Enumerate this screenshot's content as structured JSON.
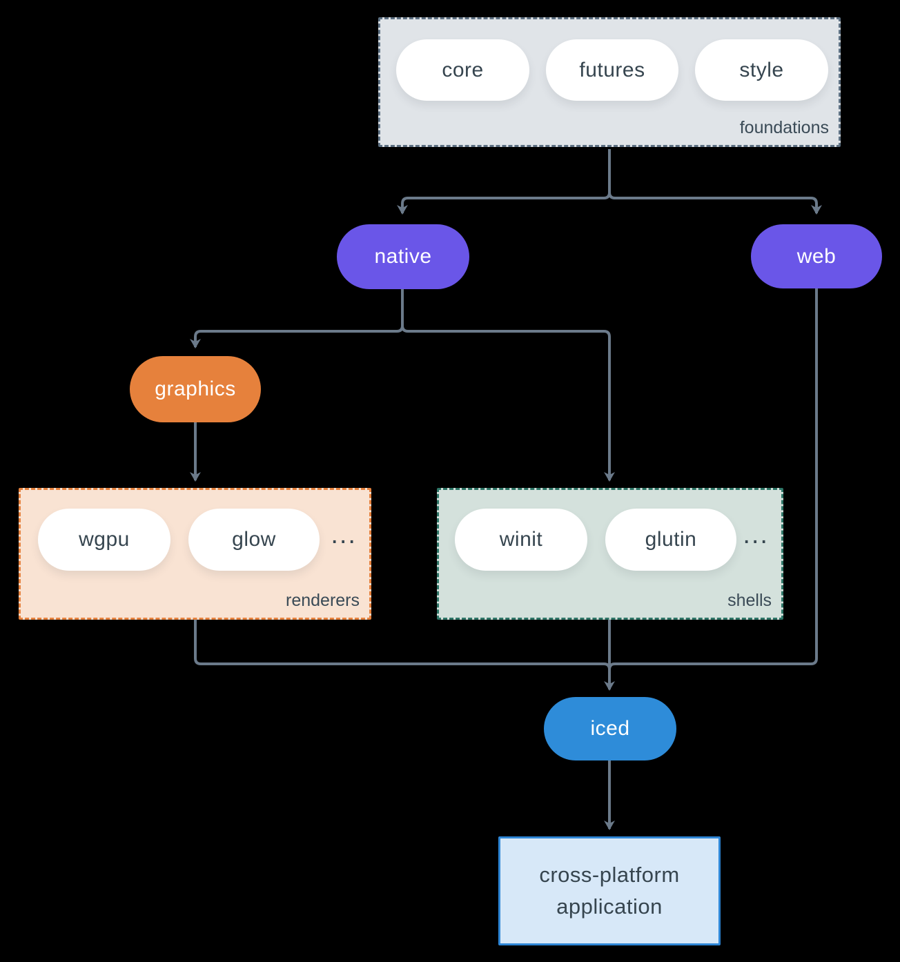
{
  "groups": {
    "foundations": {
      "label": "foundations",
      "items": [
        "core",
        "futures",
        "style"
      ]
    },
    "renderers": {
      "label": "renderers",
      "items": [
        "wgpu",
        "glow"
      ],
      "more": "..."
    },
    "shells": {
      "label": "shells",
      "items": [
        "winit",
        "glutin"
      ],
      "more": "..."
    }
  },
  "nodes": {
    "native": {
      "label": "native"
    },
    "web": {
      "label": "web"
    },
    "graphics": {
      "label": "graphics"
    },
    "iced": {
      "label": "iced"
    },
    "application": {
      "lines": [
        "cross-platform",
        "application"
      ]
    }
  },
  "colors": {
    "background": "#000000",
    "connector": "#6b7a8a",
    "foundations_fill": "#e0e4e8",
    "foundations_border": "#5d7082",
    "renderers_fill": "#f9e3d3",
    "renderers_border": "#e6823e",
    "shells_fill": "#d4e1dc",
    "shells_border": "#2e7567",
    "native_fill": "#6a56e8",
    "web_fill": "#6a56e8",
    "graphics_fill": "#e6813c",
    "iced_fill": "#2e8cd9",
    "application_fill": "#d7e8f8",
    "application_border": "#2e86d6",
    "pill_fill": "#ffffff",
    "dark_text": "#36454f",
    "light_text": "#ffffff"
  }
}
